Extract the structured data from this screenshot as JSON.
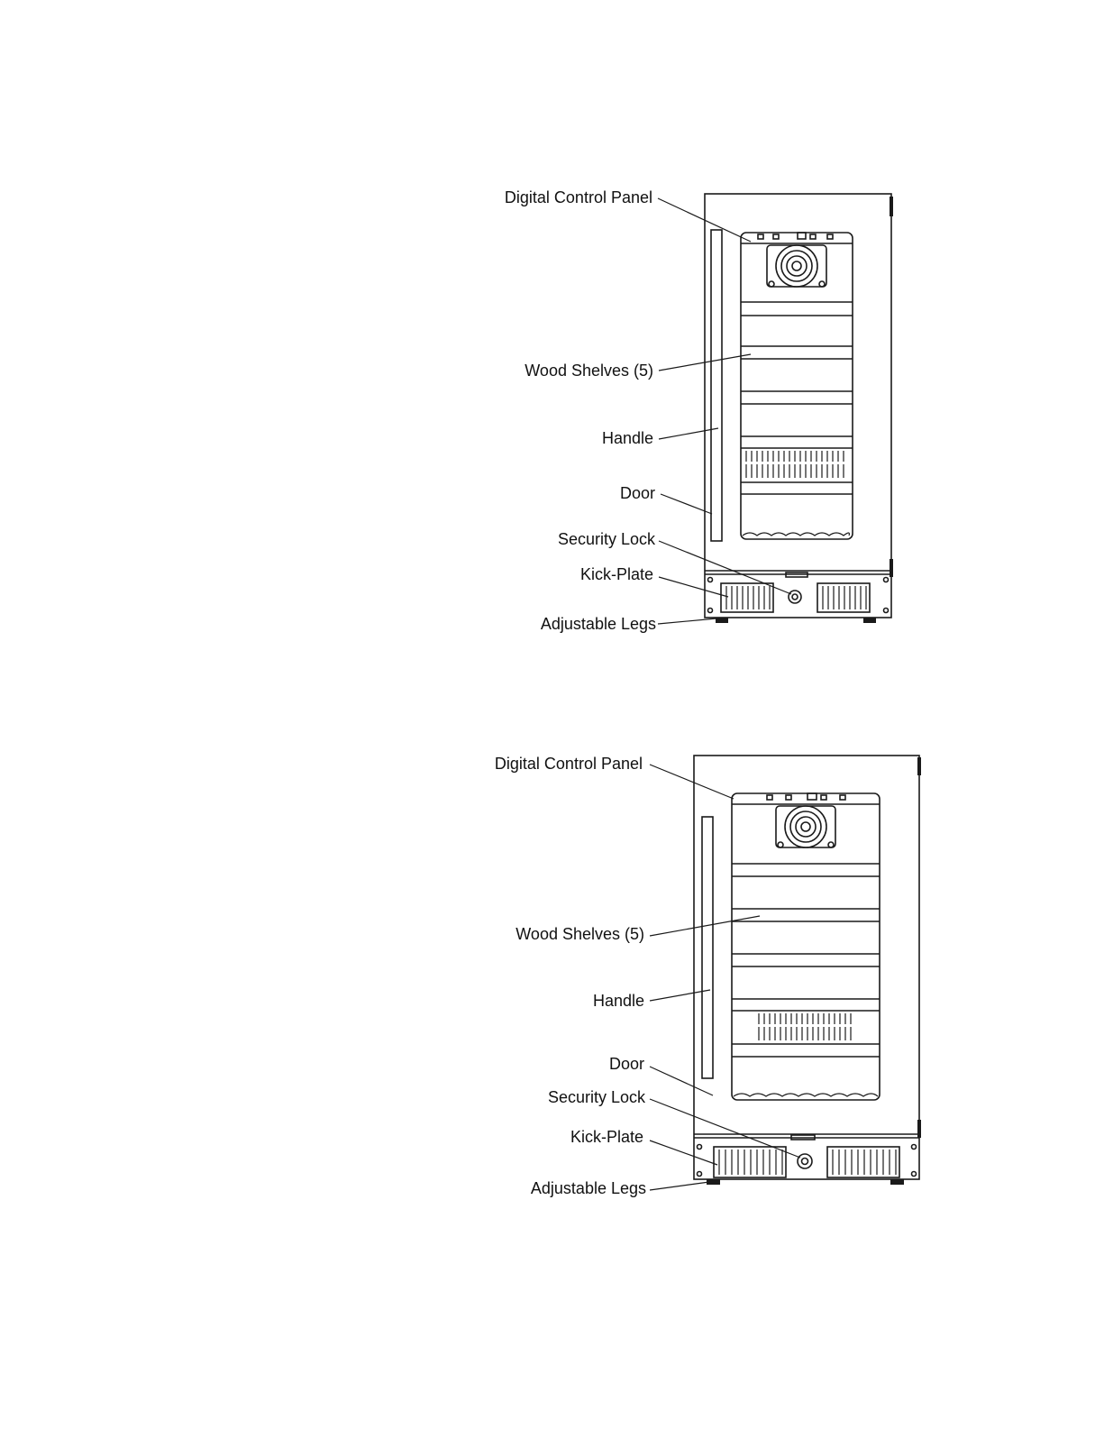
{
  "diagrams": [
    {
      "labels": {
        "control_panel": "Digital Control Panel",
        "shelves": "Wood Shelves (5)",
        "handle": "Handle",
        "door": "Door",
        "lock": "Security Lock",
        "kickplate": "Kick-Plate",
        "legs": "Adjustable Legs"
      }
    },
    {
      "labels": {
        "control_panel": "Digital Control Panel",
        "shelves": "Wood Shelves (5)",
        "handle": "Handle",
        "door": "Door",
        "lock": "Security Lock",
        "kickplate": "Kick-Plate",
        "legs": "Adjustable Legs"
      }
    }
  ],
  "colors": {
    "line": "#1a1a1a",
    "text": "#111111"
  }
}
